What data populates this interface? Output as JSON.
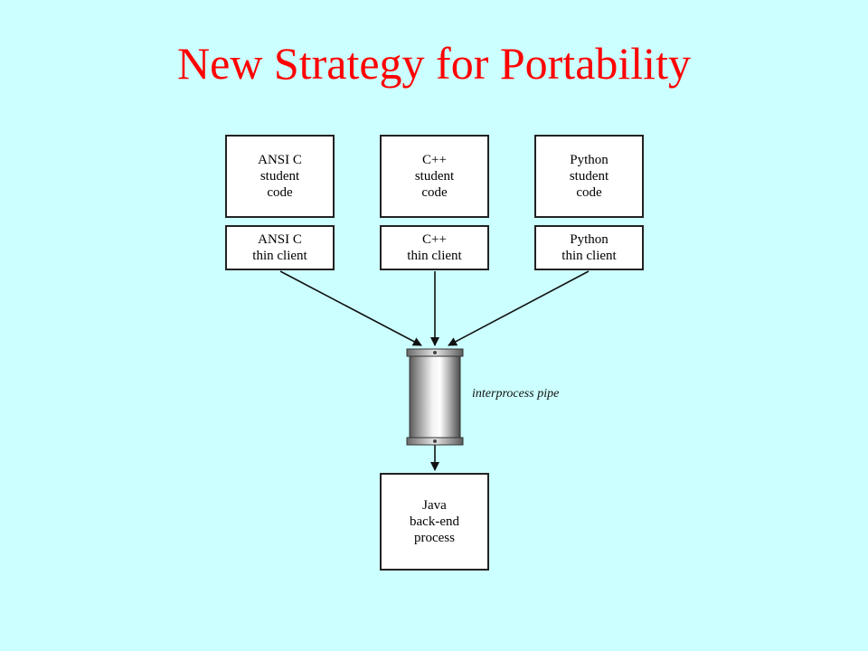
{
  "title": "New Strategy for Portability",
  "student_code": [
    {
      "lines": [
        "ANSI C",
        "student",
        "code"
      ]
    },
    {
      "lines": [
        "C++",
        "student",
        "code"
      ]
    },
    {
      "lines": [
        "Python",
        "student",
        "code"
      ]
    }
  ],
  "thin_clients": [
    {
      "lines": [
        "ANSI C",
        "thin client"
      ]
    },
    {
      "lines": [
        "C++",
        "thin client"
      ]
    },
    {
      "lines": [
        "Python",
        "thin client"
      ]
    }
  ],
  "pipe": {
    "label": "interprocess pipe"
  },
  "backend": {
    "lines": [
      "Java",
      "back-end",
      "process"
    ]
  },
  "colors": {
    "background": "#ccffff",
    "title": "#ff0000",
    "box_fill": "#ffffff",
    "stroke": "#222222"
  }
}
